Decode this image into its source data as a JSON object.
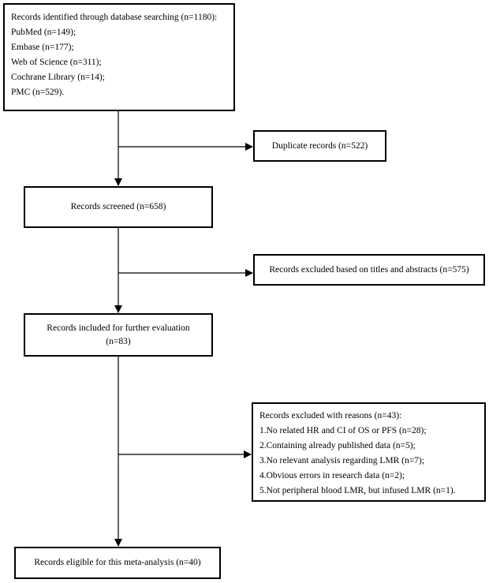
{
  "identified": {
    "lines": [
      "Records identified through database searching (n=1180):",
      "PubMed (n=149);",
      "Embase (n=177);",
      "Web of Science (n=311);",
      "Cochrane Library (n=14);",
      "PMC (n=529)."
    ]
  },
  "duplicates": {
    "text": "Duplicate records (n=522)"
  },
  "screened": {
    "text": "Records screened (n=658)"
  },
  "excluded_titles": {
    "text": "Records excluded based on titles and abstracts (n=575)"
  },
  "further": {
    "line1": "Records included for further evaluation",
    "line2": "(n=83)"
  },
  "excluded_reasons": {
    "lines": [
      "Records excluded with reasons (n=43):",
      "1.No related HR and CI of OS or PFS (n=28);",
      "2.Containing already published data (n=5);",
      "3.No relevant analysis regarding LMR (n=7);",
      "4.Obvious errors in research data (n=2);",
      "5.Not peripheral blood LMR, but infused LMR (n=1)."
    ]
  },
  "eligible": {
    "text": "Records eligible for this meta-analysis (n=40)"
  }
}
